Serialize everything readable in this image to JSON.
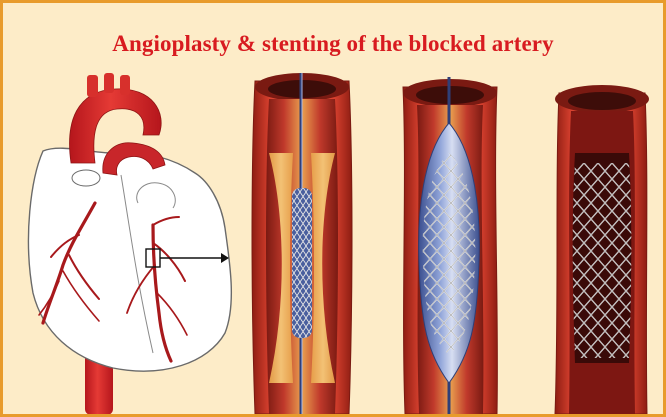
{
  "title": "Angioplasty & stenting of the blocked artery",
  "colors": {
    "background": "#fdecc8",
    "border": "#e89b2c",
    "title": "#d81b20",
    "vessel_wall": "#d8412f",
    "vessel_inner": "#f0b15a",
    "blood": "#b01e1e"
  },
  "panels": [
    {
      "id": "heart",
      "icon": "heart-illustration"
    },
    {
      "id": "stage-1",
      "icon": "catheter-with-collapsed-stent"
    },
    {
      "id": "stage-2",
      "icon": "balloon-expanding-stent"
    },
    {
      "id": "stage-3",
      "icon": "deployed-stent-in-artery"
    }
  ]
}
